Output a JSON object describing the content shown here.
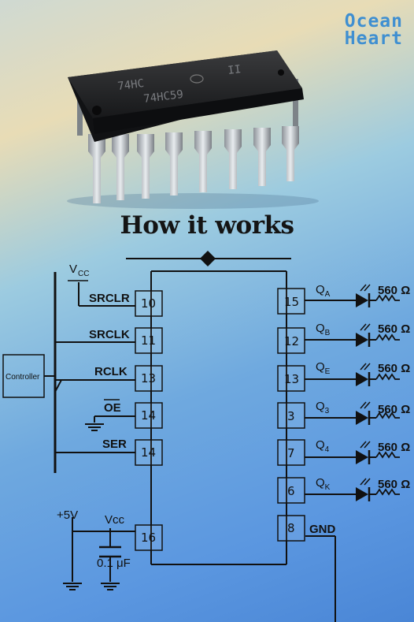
{
  "brand": {
    "line1": "Ocean",
    "line2": "Heart"
  },
  "chip": {
    "marking1": "74HC",
    "marking2": "74HC59",
    "marking3": "II"
  },
  "title": "How it works",
  "controller_label": "Controller",
  "supply": {
    "vcc_top": "V",
    "vcc_top_sub": "CC",
    "plus5v": "+5V",
    "vcc_bottom": "Vcc",
    "cap": "0.1 μF"
  },
  "left_pins": [
    {
      "label": "SRCLR",
      "pin": "10"
    },
    {
      "label": "SRCLK",
      "pin": "11"
    },
    {
      "label": "RCLK",
      "pin": "13"
    },
    {
      "label": "OE",
      "pin": "14"
    },
    {
      "label": "SER",
      "pin": "14"
    },
    {
      "label": "",
      "pin": "16"
    }
  ],
  "right_pins": [
    {
      "output": "Q",
      "sub": "A",
      "pin": "15",
      "resistor": "560 Ω"
    },
    {
      "output": "Q",
      "sub": "B",
      "pin": "12",
      "resistor": "560 Ω"
    },
    {
      "output": "Q",
      "sub": "E",
      "pin": "13",
      "resistor": "560 Ω"
    },
    {
      "output": "Q",
      "sub": "3",
      "pin": "3",
      "resistor": "560 Ω"
    },
    {
      "output": "Q",
      "sub": "4",
      "pin": "7",
      "resistor": "560 Ω"
    },
    {
      "output": "Q",
      "sub": "K",
      "pin": "6",
      "resistor": "560 Ω"
    }
  ],
  "gnd": {
    "pin": "8",
    "label": "GND"
  }
}
